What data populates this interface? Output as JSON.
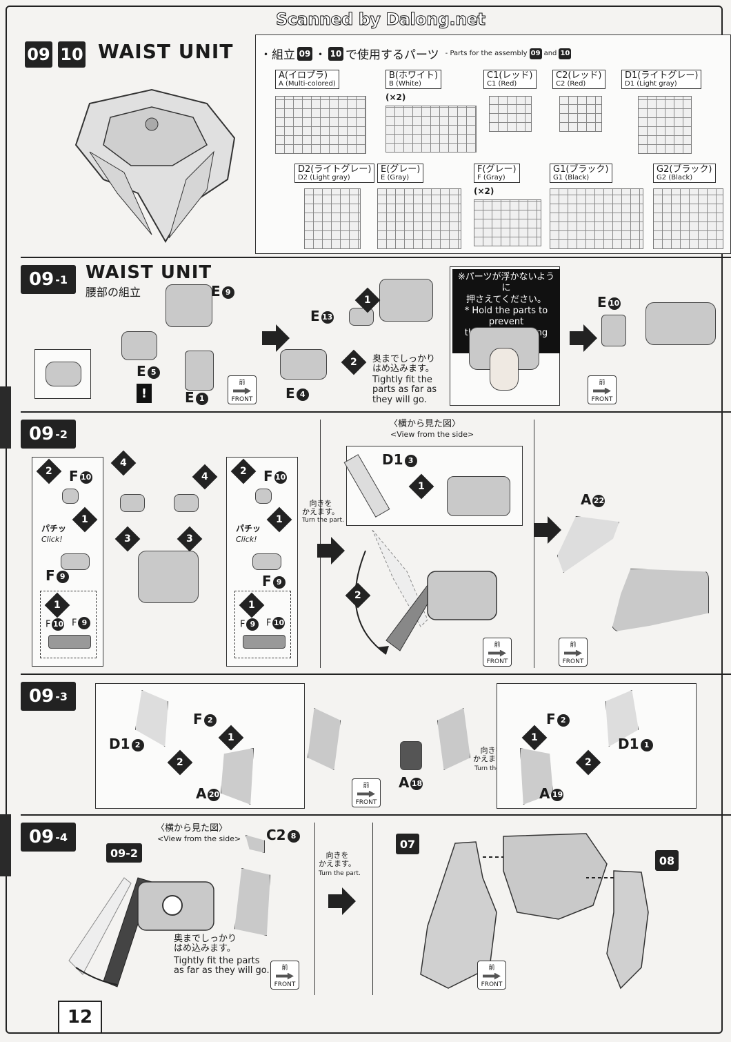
{
  "banner": "Scanned by Dalong.net",
  "page_number": "12",
  "header": {
    "step_a": "09",
    "step_b": "10",
    "title": "WAIST UNIT",
    "parts_title_jp": "・組立",
    "parts_title_mid_jp": "・",
    "parts_title_end_jp": "で使用するパーツ",
    "parts_title_en": "- Parts for the assembly",
    "parts_title_en_and": "and"
  },
  "runners": [
    {
      "jp": "A(イロプラ)",
      "en": "A (Multi-colored)",
      "qty": ""
    },
    {
      "jp": "B(ホワイト)",
      "en": "B (White)",
      "qty": "(×2)"
    },
    {
      "jp": "C1(レッド)",
      "en": "C1 (Red)",
      "qty": ""
    },
    {
      "jp": "C2(レッド)",
      "en": "C2 (Red)",
      "qty": ""
    },
    {
      "jp": "D1(ライトグレー)",
      "en": "D1 (Light gray)",
      "qty": ""
    },
    {
      "jp": "D2(ライトグレー)",
      "en": "D2 (Light gray)",
      "qty": ""
    },
    {
      "jp": "E(グレー)",
      "en": "E (Gray)",
      "qty": ""
    },
    {
      "jp": "F(グレー)",
      "en": "F (Gray)",
      "qty": "(×2)"
    },
    {
      "jp": "G1(ブラック)",
      "en": "G1 (Black)",
      "qty": ""
    },
    {
      "jp": "G2(ブラック)",
      "en": "G2 (Black)",
      "qty": ""
    }
  ],
  "step1": {
    "badge": "09",
    "sub": "-1",
    "title": "WAIST UNIT",
    "title_jp": "腰部の組立",
    "parts": {
      "e9": "E",
      "e5": "E",
      "e1": "E",
      "e13": "E",
      "e4": "E",
      "e10": "E"
    },
    "nums": {
      "n9": "9",
      "n5": "5",
      "n1": "1",
      "n13": "13",
      "n4": "4",
      "n10": "10"
    },
    "fit_jp": "奥までしっかり\nはめ込みます。",
    "fit_en": "Tightly fit the\nparts as far as\nthey will go.",
    "note_jp": "※パーツが浮かないように\n押さえてください。",
    "note_en": "* Hold the parts to prevent\nthem from coming apart.",
    "front_jp": "前",
    "front_en": "FRONT"
  },
  "step2": {
    "badge": "09",
    "sub": "-2",
    "side_view_jp": "〈横から見た図〉",
    "side_view_en": "<View from the side>",
    "turn_jp": "向きを\nかえます。",
    "turn_en": "Turn the part.",
    "click": "Click!",
    "pachi": "パチッ",
    "labels": {
      "f10": "F",
      "f9": "F",
      "d13": "D1",
      "a22": "A"
    },
    "nums": {
      "n10": "10",
      "n9": "9",
      "n3": "3",
      "n22": "22"
    }
  },
  "step3": {
    "badge": "09",
    "sub": "-3",
    "labels": {
      "d12": "D1",
      "f2": "F",
      "a20": "A",
      "a18": "A",
      "a19": "A",
      "d11": "D1"
    },
    "nums": {
      "n2": "2",
      "n20": "20",
      "n18": "18",
      "n19": "19",
      "n1": "1"
    },
    "turn_jp": "向きを\nかえます。",
    "turn_en": "Turn the part."
  },
  "step4": {
    "badge": "09",
    "sub": "-4",
    "side_view_jp": "〈横から見た図〉",
    "side_view_en": "<View from the side>",
    "ref_badge": "09-2",
    "c2": "C2",
    "c2_num": "8",
    "fit_jp": "奥までしっかり\nはめ込みます。",
    "fit_en": "Tightly fit the parts\nas far as they will go.",
    "turn_jp": "向きを\nかえます。",
    "turn_en": "Turn the part.",
    "ref07": "07",
    "ref08": "08"
  },
  "step_nums": {
    "one": "1",
    "two": "2",
    "three": "3",
    "four": "4"
  }
}
